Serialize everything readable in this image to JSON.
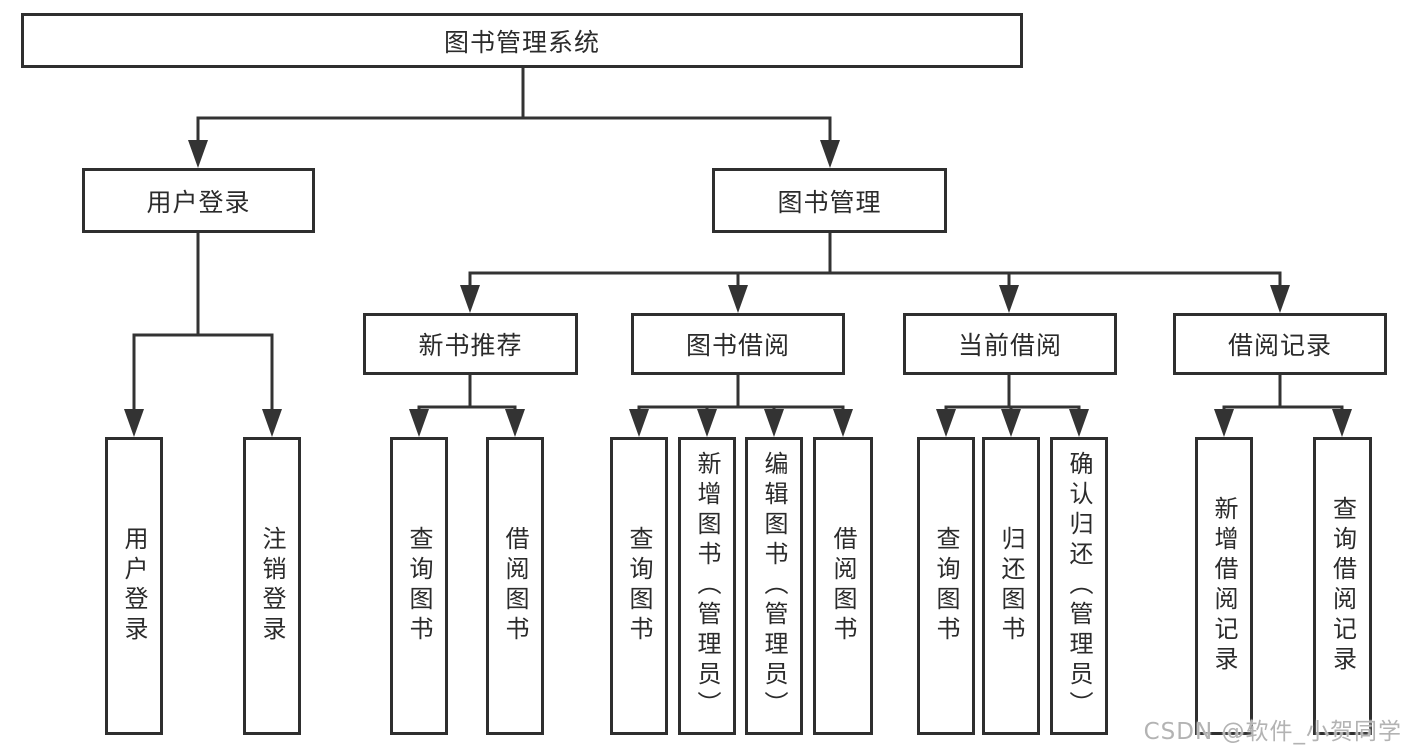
{
  "diagram": {
    "root": {
      "label": "图书管理系统"
    },
    "level2": [
      {
        "label": "用户登录"
      },
      {
        "label": "图书管理"
      }
    ],
    "level3": [
      {
        "label": "新书推荐"
      },
      {
        "label": "图书借阅"
      },
      {
        "label": "当前借阅"
      },
      {
        "label": "借阅记录"
      }
    ],
    "leaves": [
      {
        "label": "用户登录"
      },
      {
        "label": "注销登录"
      },
      {
        "label": "查询图书"
      },
      {
        "label": "借阅图书"
      },
      {
        "label": "查询图书"
      },
      {
        "label": "新增图书（管理员）"
      },
      {
        "label": "编辑图书（管理员）"
      },
      {
        "label": "借阅图书"
      },
      {
        "label": "查询图书"
      },
      {
        "label": "归还图书"
      },
      {
        "label": "确认归还（管理员）"
      },
      {
        "label": "新增借阅记录"
      },
      {
        "label": "查询借阅记录"
      }
    ],
    "colors": {
      "line": "#333333",
      "box_border": "#2f2f2f",
      "text": "#2b2b2b",
      "watermark": "#b3b3b3",
      "background": "#ffffff"
    }
  },
  "watermark": {
    "text": "CSDN @软件_小贺同学"
  }
}
